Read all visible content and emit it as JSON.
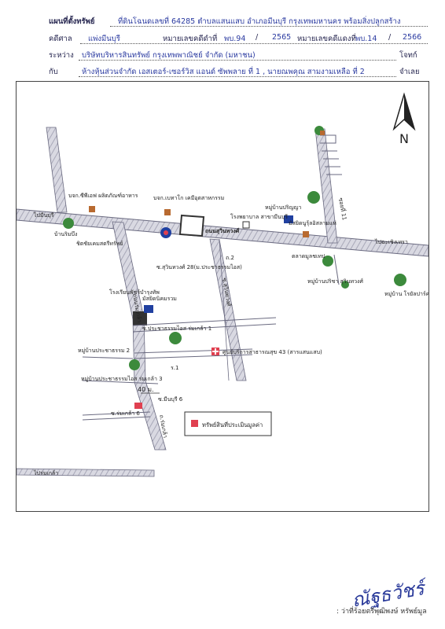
{
  "header": {
    "row1_label": "แผนที่ตั้งทรัพย์",
    "row1_value": "ที่ดินโฉนดเลขที่ 64285 ตำบลแสนแสบ อำเภอมีนบุรี กรุงเทพมหานคร พร้อมสิ่งปลูกสร้าง",
    "row2_label": "คดีศาล",
    "row2_court": "แพ่งมีนบุรี",
    "row2_black_label": "หมายเลขคดีดำที่",
    "row2_black_no": "พบ.94",
    "row2_black_sep": "/",
    "row2_black_year": "2565",
    "row2_red_label": "หมายเลขคดีแดงที่",
    "row2_red_no": "พบ.14",
    "row2_red_sep": "/",
    "row2_red_year": "2566",
    "row3_label": "ระหว่าง",
    "row3_value": "บริษัทบริหารสินทรัพย์ กรุงเทพพาณิชย์ จำกัด (มหาชน)",
    "row3_role": "โจทก์",
    "row4_label": "กับ",
    "row4_value": "ห้างหุ้นส่วนจำกัด เอสเตอร์-เซอร์วิส แอนด์ ซัพพลาย ที่ 1 , นายณพคุณ สามงามเหลือ ที่ 2",
    "row4_role": "จำเลย"
  },
  "map": {
    "north_letter": "N",
    "labels": {
      "minburi": "ไปมีนบุรี",
      "chachoengsao": "ไปฉะเชิงเทรา",
      "romklao": "ไปร่มเกล้า",
      "suwinthawong": "ถนนสุวินทวงศ์",
      "rom_klao_road": "ถนนร่มเกล้า",
      "soi_suwin28": "ซ.สุวินทวงศ์ 28(ม.ประชาธรรมไอส)",
      "soi_suwin": "ซ.สุวินทวงศ์",
      "soi11": "ซอยที่ 11",
      "company_spa": "บจก.ซีพีเอฟ\nผลิตภัณฑ์อาหาร",
      "pechai": "บจก.เบทาโก\nเคมีอุตสาหกรรม",
      "hospital": "โรงพยาบาล สาขามีนบุรี",
      "rabbit_village": "หมู่บ้านปริญญา",
      "ban_rim": "บ้านริมบึง",
      "kitchai": "ชิตชัยเคมสตรีทรัพย์",
      "masjid_top": "มัสยิดนูรุ้ลอิสลามแห่",
      "market": "ตลาดมูลชเทป",
      "village_parichat": "หมู่บ้านปริชา\nสุวินทวงศ์",
      "village_royal": "หมู่บ้าน\nโรยัลปาร์คอินน์",
      "school": "โรงเรียนพัชร์บำรุงทัพ",
      "masjid_mid": "มัสยิดนิคมรวม",
      "soi_prachatham": "ซ.ประชาธรรมไอส ร่มเกล้า 1",
      "village_prachatham2": "หมู่บ้านประชาธรรม 2",
      "village_prachatham3": "หมู่บ้านประชาธรรมไอส\nร่มเกล้า 3",
      "health_center": "ศูนย์บริการสาธารณสุข 43 (สารแสนแสบ)",
      "distance": "40 ม.",
      "soi_minburi": "ซ.มีนบุรี 6",
      "soi_sanam": "ซ.ร่มเกล้า 6",
      "soi_road": "ถ.ร่มเกล้า",
      "village_small": "ร.1",
      "road_mark": "ถ.2"
    },
    "legend_label": "ทรัพย์สินที่ประเมินมูลค่า",
    "colors": {
      "road": "#c8c8d2",
      "road_edge": "#6a6a80",
      "subject": "#e04050",
      "tree": "#3c8a3c",
      "blue": "#2040a0"
    }
  },
  "signature": {
    "text": "ณัฐธวัชร์",
    "footer": ": ว่าที่ร้อยตรีพุฒิพงษ์ หรัพย์มูล"
  }
}
